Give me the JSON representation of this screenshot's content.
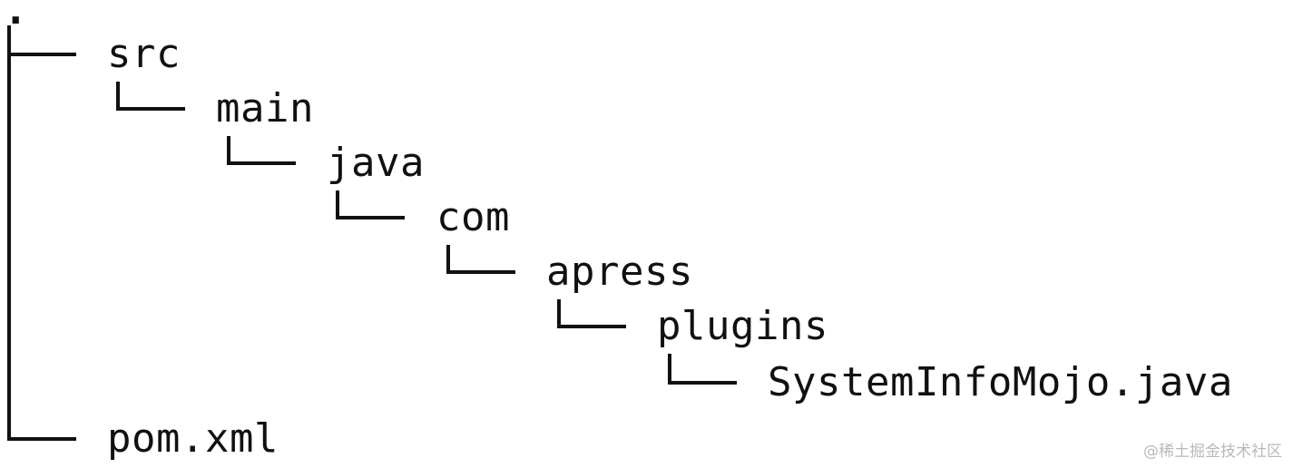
{
  "tree": {
    "root": ".",
    "nodes": [
      {
        "label": "src",
        "depth": 0
      },
      {
        "label": "main",
        "depth": 1
      },
      {
        "label": "java",
        "depth": 2
      },
      {
        "label": "com",
        "depth": 3
      },
      {
        "label": "apress",
        "depth": 4
      },
      {
        "label": "plugins",
        "depth": 5
      },
      {
        "label": "SystemInfoMojo.java",
        "depth": 6
      },
      {
        "label": "pom.xml",
        "depth": 0
      }
    ]
  },
  "watermark": "@稀土掘金技术社区"
}
